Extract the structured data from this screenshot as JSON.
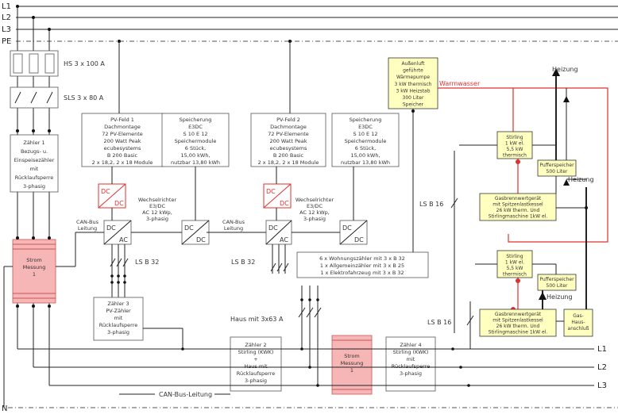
{
  "buses": {
    "l1": "L1",
    "l2": "L2",
    "l3": "L3",
    "pe": "PE",
    "n": "N",
    "r_l1": "L1",
    "r_l2": "L2",
    "r_l3": "L3"
  },
  "hs": "HS 3 x 100 A",
  "sls": "SLS 3 x 80 A",
  "zaehler1": [
    "Zähler 1",
    "Bezugs- u.",
    "Einspeisezähler",
    "mit",
    "Rücklaufsperre",
    "3-phasig"
  ],
  "pv1": [
    "PV-Feld 1",
    "Dachmontage",
    "72 PV-Elemente",
    "200 Watt Peak",
    "ecubesystems",
    "B 200 Basic",
    "2 x 18,2, 2 x 18 Module"
  ],
  "pv2": [
    "PV-Feld 2",
    "Dachmontage",
    "72 PV-Elemente",
    "200 Watt Peak",
    "ecubesystems",
    "B 200 Basic",
    "2 x 18,2, 2 x 18 Module"
  ],
  "sp1": [
    "Speicherung",
    "E3DC",
    "S 10 E 12",
    "Speichermodule",
    "6 Stück,",
    "15,00 kWh,",
    "nutzbar 13,80 kWh"
  ],
  "sp2": [
    "Speicherung",
    "E3DC",
    "S 10 E 12",
    "Speichermodule",
    "6 Stück,",
    "15,00 kWh,",
    "nutzbar 13,80 kWh"
  ],
  "wr1": [
    "Wechselrichter",
    "E3/DC",
    "AC 12 kWp,",
    "3-phasig"
  ],
  "wr2": [
    "Wechselrichter",
    "E3/DC",
    "AC 12 kWp,",
    "3-phasig"
  ],
  "can1": [
    "CAN-Bus",
    "Leitung"
  ],
  "can2": [
    "CAN-Bus",
    "Leitung"
  ],
  "can_bottom": "CAN-Bus-Leitung",
  "dc": "DC",
  "ac": "AC",
  "lsb32_a": "LS B 32",
  "lsb32_b": "LS B 32",
  "lsb16_a": "LS B 16",
  "lsb16_b": "LS B 16",
  "strom1": [
    "Strom",
    "Messung",
    "1"
  ],
  "strom2": [
    "Strom",
    "Messung",
    "1"
  ],
  "zaehler3": [
    "Zähler 3",
    "PV-Zähler",
    "mit",
    "Rücklaufsperre",
    "3-phasig"
  ],
  "wohnung": [
    "6 x Wohnungszähler mit 3 x B 32",
    "1 x Allgemeinzähler mit 3 x B 25",
    "1 x Elektrofahrzeug mit 3 x B 32"
  ],
  "haus": "Haus mit 3x63 A",
  "zaehler2": [
    "Zähler 2",
    "Stirling (KWK)",
    "+",
    "Haus mit",
    "Rücklaufsperre",
    "3-phasig"
  ],
  "zaehler4": [
    "Zähler 4",
    "Stirling (KWK)",
    "mit",
    "Rücklaufsperre",
    "3-phasig"
  ],
  "waermepumpe": [
    "Außenluft",
    "geführte",
    "Wärmepumpe",
    "3 kW thermisch",
    "3 kW Heizstab",
    "300 Liter",
    "Speicher"
  ],
  "warmwasser": "Warmwasser",
  "heizung_top": "Heizung",
  "heizung_mid": "Heizung",
  "heizung_low": "Heizung",
  "stirling_a": [
    "Stirling",
    "1 kW el.",
    "5,5 kW",
    "thermisch"
  ],
  "stirling_b": [
    "Stirling",
    "1 kW el.",
    "5,5 kW",
    "thermisch"
  ],
  "puffer_a": [
    "Pufferspeicher",
    "500 Liter"
  ],
  "puffer_b": [
    "Pufferspeicher",
    "500 Liter"
  ],
  "gas_a": [
    "Gasbrennwertgerät",
    "mit Spitzenlastkessel",
    "26 kW therm. Und",
    "Stirlingmaschine 1kW el."
  ],
  "gas_b": [
    "Gasbrennwertgerät",
    "mit Spitzenlastkessel",
    "26 kW therm. Und",
    "Stirlingmaschine 1kW el."
  ],
  "gashaus": [
    "Gas-",
    "Haus-",
    "anschluß"
  ],
  "colors": {
    "yellow": "#ffffc0",
    "pink": "#f6b6b6",
    "red": "#e03030"
  }
}
